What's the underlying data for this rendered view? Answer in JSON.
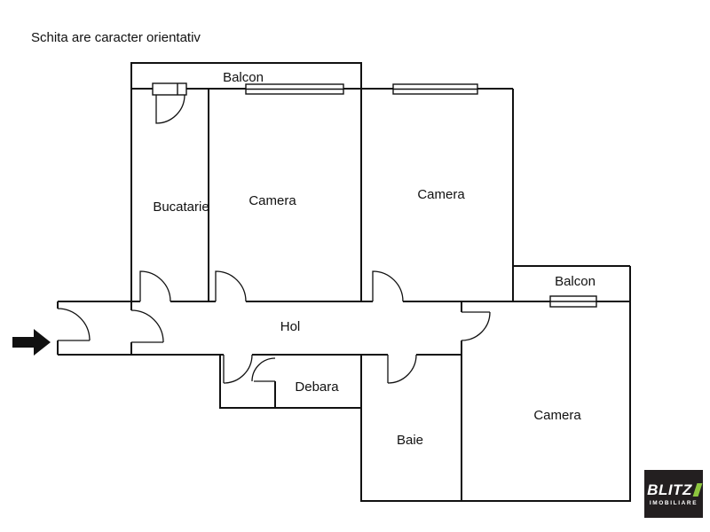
{
  "title": "Schita are caracter orientativ",
  "floorplan": {
    "rooms": [
      {
        "id": "balcon-top",
        "label": "Balcon"
      },
      {
        "id": "bucatarie",
        "label": "Bucatarie"
      },
      {
        "id": "camera-1",
        "label": "Camera"
      },
      {
        "id": "camera-2",
        "label": "Camera"
      },
      {
        "id": "hol",
        "label": "Hol"
      },
      {
        "id": "balcon-right",
        "label": "Balcon"
      },
      {
        "id": "debara",
        "label": "Debara"
      },
      {
        "id": "baie",
        "label": "Baie"
      },
      {
        "id": "camera-3",
        "label": "Camera"
      }
    ]
  },
  "icons": {
    "entrance_arrow": "right-arrow"
  },
  "logo": {
    "brand": "BLITZ",
    "subtitle": "IMOBILIARE"
  },
  "colors": {
    "wall": "#111111",
    "background": "#ffffff",
    "logo_bg": "#231f20",
    "logo_green": "#8dc63f"
  }
}
